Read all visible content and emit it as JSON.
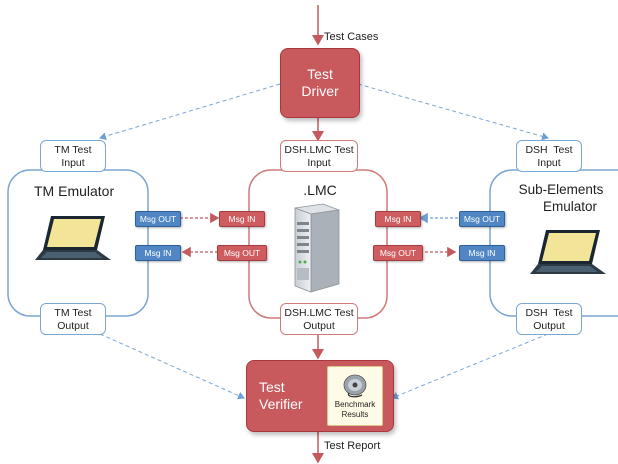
{
  "flow": {
    "test_cases": "Test Cases",
    "test_report": "Test Report"
  },
  "driver": {
    "line1": "Test",
    "line2": "Driver"
  },
  "verifier": {
    "line1": "Test",
    "line2": "Verifier",
    "doc_line1": "Benchmark",
    "doc_line2": "Results"
  },
  "tm": {
    "title": "TM Emulator",
    "input_line1": "TM Test",
    "input_line2": "Input",
    "output_line1": "TM Test",
    "output_line2": "Output",
    "msg_out": "Msg OUT",
    "msg_in": "Msg IN"
  },
  "lmc": {
    "title": ".LMC",
    "input_line1": "DSH.LMC Test",
    "input_line2": "Input",
    "output_line1": "DSH.LMC Test",
    "output_line2": "Output",
    "msg_in_left": "Msg IN",
    "msg_out_left": "Msg OUT",
    "msg_in_right": "Msg IN",
    "msg_out_right": "Msg OUT"
  },
  "sub": {
    "title_line1": "Sub-Elements",
    "title_line2": "Emulator",
    "input_line1": "DSH  Test",
    "input_line2": "Input",
    "output_line1": "DSH  Test",
    "output_line2": "Output",
    "msg_out": "Msg OUT",
    "msg_in": "Msg IN"
  },
  "colors": {
    "blue_line": "#7ba6d4",
    "red_line": "#d07a7a",
    "red_box": "#c85a5e",
    "blue_msg": "#4f86c3",
    "red_msg": "#cf5d60"
  },
  "icons": [
    "laptop-icon",
    "server-icon",
    "document-icon",
    "cd-icon"
  ]
}
